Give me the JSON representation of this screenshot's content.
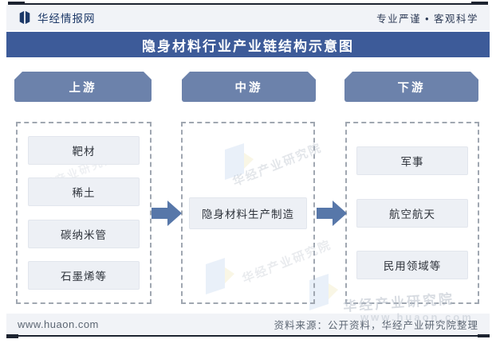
{
  "header": {
    "brand": "华经情报网",
    "slogan": "专业严谨 • 客观科学"
  },
  "title": "隐身材料行业产业链结构示意图",
  "columns": [
    {
      "header": "上游",
      "items": [
        "靶材",
        "稀土",
        "碳纳米管",
        "石墨烯等"
      ]
    },
    {
      "header": "中游",
      "items": [
        "隐身材料生产制造"
      ]
    },
    {
      "header": "下游",
      "items": [
        "军事",
        "航空航天",
        "民用领域等"
      ]
    }
  ],
  "footer": {
    "site": "www.huaon.com",
    "source": "资料来源：公开资料，华经产业研究院整理"
  },
  "watermark": {
    "text": "华经产业研究院",
    "site": "www.huaon.com"
  },
  "colors": {
    "title_bar": "#3d5b99",
    "column_header": "#6c82ab",
    "arrow": "#5777a9",
    "item_bg": "#edf0f5",
    "strip_bg": "#f1f3f7",
    "dash_border": "#a0a7b1",
    "frame_line": "#1c2330",
    "brand_navy": "#1d3968",
    "footer_text": "#5c6673"
  }
}
